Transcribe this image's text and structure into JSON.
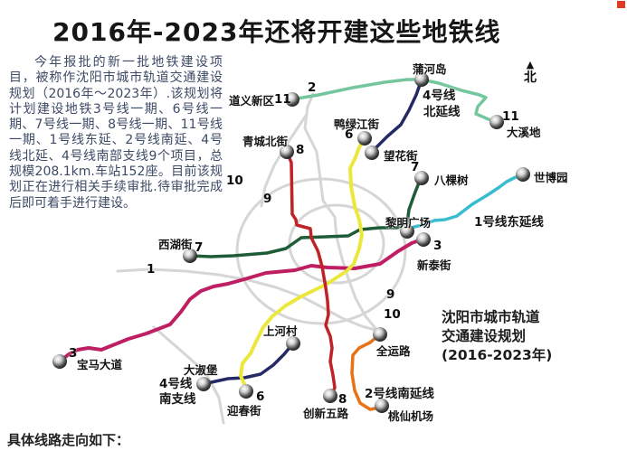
{
  "page": {
    "title": "2016年-2023年还将开建这些地铁线",
    "footer": "具体线路走向如下："
  },
  "intro": {
    "text": "今年报批的新一批地铁建设项目，被称作沈阳市城市轨道交通建设规划（2016年～2023年）.该规划将计划建设地铁3号线一期、6号线一期、7号线一期、8号线一期、11号线一期、1号线东延、2号线南延、4号线北延、4号线南部支线9个项目，总规模208.1km.车站152座。目前该规划正在进行相关手续审批.待审批完成后即可着手进行建设。"
  },
  "map": {
    "compass": {
      "symbol": "▲",
      "label": "北"
    },
    "plan_note": {
      "line1": "沈阳市城市轨道",
      "line2": "交通建设规划",
      "line3": "(2016-2023年)"
    },
    "colors": {
      "line11": "#74c69c",
      "line4": "#252a66",
      "line6": "#ece73b",
      "line8": "#c02227",
      "line7": "#1d5c36",
      "line1_east": "#3abccf",
      "line3": "#c01e62",
      "line2_south": "#e87317",
      "under_construction": "#d6d6d6"
    },
    "stations": [
      {
        "name": "道义新区",
        "line_no": "11"
      },
      {
        "name": "蒲河岛"
      },
      {
        "name": "大溪地",
        "line_no": "11"
      },
      {
        "name": "鸭绿江街",
        "line_no": "6"
      },
      {
        "name": "望花街"
      },
      {
        "name": "青城北街",
        "line_no": "8"
      },
      {
        "name": "八棵树",
        "line_no": "7"
      },
      {
        "name": "世博园"
      },
      {
        "name": "黎明广场"
      },
      {
        "name": "新泰街",
        "line_no": "3"
      },
      {
        "name": "西湖街",
        "line_no": "7"
      },
      {
        "name": "宝马大道",
        "line_no": "3"
      },
      {
        "name": "上河村"
      },
      {
        "name": "大淑堡"
      },
      {
        "name": "迎春街",
        "line_no": "6"
      },
      {
        "name": "创新五路",
        "line_no": "8"
      },
      {
        "name": "全运路"
      },
      {
        "name": "桃仙机场"
      }
    ],
    "badges": [
      {
        "text": "2"
      },
      {
        "text": "1"
      },
      {
        "text": "10"
      },
      {
        "text": "9"
      },
      {
        "text": "9"
      },
      {
        "text": "10"
      }
    ],
    "line_labels": {
      "line4_north": [
        "4号线",
        "北延线"
      ],
      "line1_east": "1号线东延线",
      "line4_south": [
        "4号线",
        "南支线"
      ],
      "line2_south": "2号线南延线"
    }
  }
}
